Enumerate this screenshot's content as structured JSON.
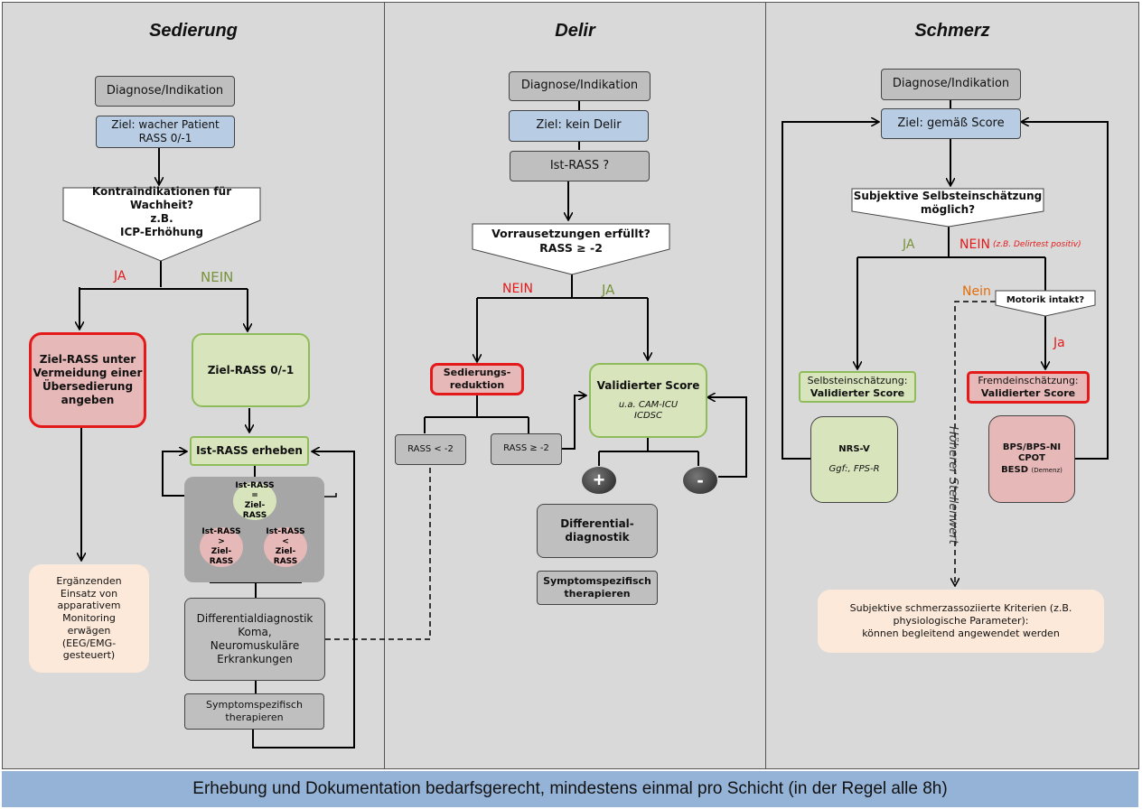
{
  "sedierung": {
    "title": "Sedierung",
    "diagnose": "Diagnose/Indikation",
    "ziel_l1": "Ziel: wacher Patient",
    "ziel_l2": "RASS 0/-1",
    "kontra_l1": "Kontraindikationen für Wachheit?",
    "kontra_l2": "z.B.",
    "kontra_l3": "ICP-Erhöhung",
    "ja": "JA",
    "nein": "NEIN",
    "zielrass_red_l1": "Ziel-RASS  unter",
    "zielrass_red_l2": "Vermeidung einer",
    "zielrass_red_l3": "Übersedierung",
    "zielrass_red_l4": "angeben",
    "zielrass_green": "Ziel-RASS 0/-1",
    "ist_rass": "Ist-RASS erheben",
    "eq_l1": "Ist-RASS",
    "eq_l2": "=",
    "eq_l3": "Ziel-RASS",
    "gt_l1": "Ist-RASS",
    "gt_l2": ">",
    "gt_l3": "Ziel-RASS",
    "lt_l1": "Ist-RASS",
    "lt_l2": "<",
    "lt_l3": "Ziel-RASS",
    "diff_l1": "Differentialdiagnostik",
    "diff_l2": "Koma,",
    "diff_l3": "Neuromuskuläre",
    "diff_l4": "Erkrankungen",
    "sympt_l1": "Symptomspezifisch",
    "sympt_l2": "therapieren",
    "ergaenz_l1": "Ergänzenden",
    "ergaenz_l2": "Einsatz von",
    "ergaenz_l3": "apparativem",
    "ergaenz_l4": "Monitoring",
    "ergaenz_l5": "erwägen",
    "ergaenz_l6": "(EEG/EMG-",
    "ergaenz_l7": "gesteuert)"
  },
  "delir": {
    "title": "Delir",
    "diagnose": "Diagnose/Indikation",
    "ziel": "Ziel: kein Delir",
    "ist_rass": "Ist-RASS ?",
    "vorr_l1": "Vorrausetzungen erfüllt?",
    "vorr_l2": "RASS ≥ -2",
    "nein": "NEIN",
    "ja": "JA",
    "sed_l1": "Sedierungs-",
    "sed_l2": "reduktion",
    "rass_lt": "RASS < -2",
    "rass_ge": "RASS ≥ -2",
    "val_title": "Validierter Score",
    "val_l1": "u.a. CAM-ICU",
    "val_l2": "ICDSC",
    "plus": "+",
    "minus": "-",
    "diff_l1": "Differential-",
    "diff_l2": "diagnostik",
    "sympt_l1": "Symptomspezifisch",
    "sympt_l2": "therapieren"
  },
  "schmerz": {
    "title": "Schmerz",
    "diagnose": "Diagnose/Indikation",
    "ziel": "Ziel: gemäß Score",
    "subj_l1": "Subjektive Selbsteinschätzung",
    "subj_l2": "möglich?",
    "ja": "JA",
    "nein": "NEIN",
    "nein_note": "(z.B. Delirtest positiv)",
    "nein_small": "Nein",
    "motorik": "Motorik intakt?",
    "ja_small": "Ja",
    "selbst_l1": "Selbsteinschätzung:",
    "selbst_l2": "Validierter Score",
    "fremd_l1": "Fremdeinschätzung:",
    "fremd_l2": "Validierter Score",
    "nrs_l1": "NRS-V",
    "nrs_l2": "Ggf:, FPS-R",
    "bps_l1": "BPS/BPS-NI",
    "bps_l2": "CPOT",
    "bps_l3": "BESD",
    "bps_l3_note": "(Demenz)",
    "hoeher": "Höherer Stellenwert",
    "krit_l1": "Subjektive schmerzassoziierte Kriterien (z.B.",
    "krit_l2": "physiologische Parameter):",
    "krit_l3": "können begleitend angewendet werden"
  },
  "footer": "Erhebung und Dokumentation bedarfsgerecht, mindestens einmal pro Schicht (in der Regel alle 8h)",
  "colors": {
    "panel": "#d9d9d9",
    "gray_box": "#bfbfbf",
    "blue_box": "#b8cce4",
    "green_box": "#d8e4bc",
    "red_box": "#e6b8b7",
    "peach_box": "#fde9d9",
    "ja_red": "#e41a1a",
    "nein_green": "#77933c",
    "nein_orange": "#e36c09",
    "footer": "#95b3d7"
  }
}
